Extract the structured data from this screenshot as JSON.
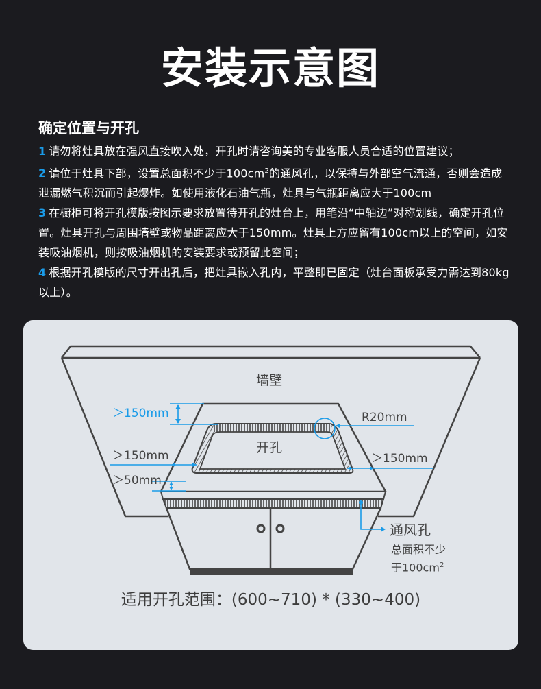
{
  "header": {
    "title": "安装示意图"
  },
  "section": {
    "heading": "确定位置与开孔",
    "steps": [
      {
        "num": "1",
        "text": "请勿将灶具放在强风直接吹入处，开孔时请咨询美的专业客服人员合适的位置建议；"
      },
      {
        "num": "2",
        "text_a": "请位于灶具下部，设置总面积不少于100cm",
        "sup": "2",
        "text_b": "的通风孔，以保持与外部空气流通，否则会造成泄漏燃气积沉而引起爆炸。如使用液化石油气瓶，灶具与气瓶距离应大于100cm"
      },
      {
        "num": "3",
        "text": "在橱柜可将开孔模版按图示要求放置待开孔的灶台上，用笔沿“中轴边”对称划线，确定开孔位置。灶具开孔与周围墙壁或物品距离应大于150mm。灶具上方应留有100cm以上的空间，如安装吸油烟机，则按吸油烟机的安装要求或预留此空间；"
      },
      {
        "num": "4",
        "text": "根据开孔模版的尺寸开出孔后，把灶具嵌入孔内，平整即已固定（灶台面板承受力需达到80kg以上）。"
      }
    ]
  },
  "diagram": {
    "wall_label": "墙壁",
    "hole_label": "开孔",
    "dim_top": "＞150mm",
    "dim_left": "＞150mm",
    "dim_bottom": "＞50mm",
    "dim_right": "＞150mm",
    "radius_label": "R20mm",
    "vent_label": "通风孔",
    "vent_note_line1": "总面积不少",
    "vent_note_line2": "于100cm",
    "vent_note_sup": "2",
    "range_text": "适用开孔范围：(600~710) * (330~400)",
    "colors": {
      "accent": "#1a9be8",
      "line": "#444444",
      "card_bg": "#e1e5ea",
      "page_bg": "#1b1b1f"
    }
  }
}
